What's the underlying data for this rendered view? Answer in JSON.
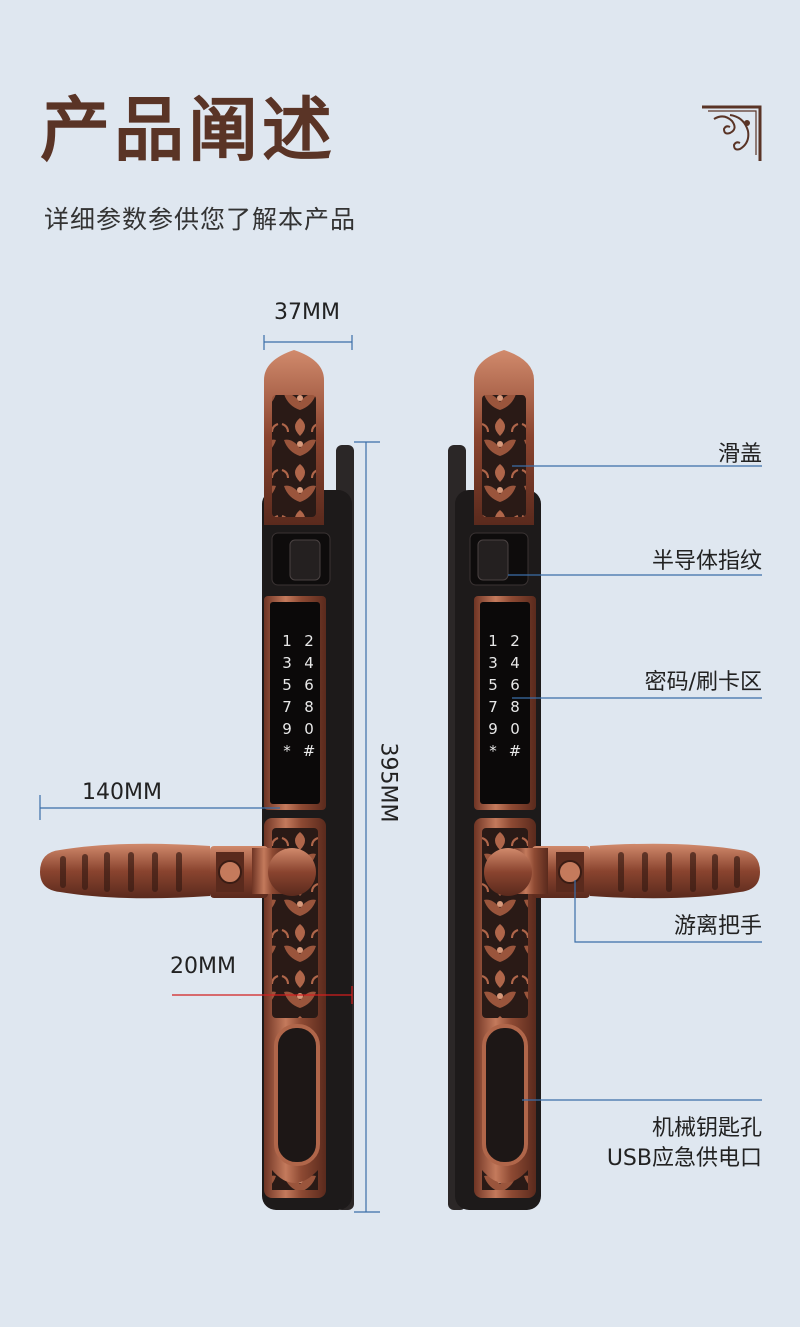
{
  "header": {
    "title": "产品阐述",
    "subtitle": "详细参数参供您了解本产品"
  },
  "dimensions": {
    "width_top": "37MM",
    "height": "395MM",
    "handle_length": "140MM",
    "thickness": "20MM"
  },
  "keypad": {
    "keys": [
      "1",
      "2",
      "3",
      "4",
      "5",
      "6",
      "7",
      "8",
      "9",
      "0",
      "*",
      "#"
    ]
  },
  "callouts": {
    "slide_cover": "滑盖",
    "fingerprint": "半导体指纹",
    "password_card": "密码/刷卡区",
    "handle": "游离把手",
    "keyhole": "机械钥匙孔",
    "usb": "USB应急供电口"
  },
  "colors": {
    "background": "#dfe7f0",
    "title": "#5a3426",
    "copper": "#b0664a",
    "lock_body": "#1d1a1a",
    "callout_line": "#3b6ea8",
    "thickness_line": "#d21f1f"
  }
}
